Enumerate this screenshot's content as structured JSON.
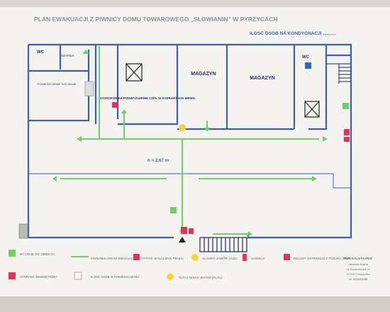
{
  "title": "PLAN EWAKUACJI Z PIWNICY DOMU TOWAROWEGO „SŁOWIANIN” W PYRZYCACH",
  "occupancy_label": "ILOSC OSOB NA KONDYGNACJI ..........",
  "rooms": {
    "wc_left": "WC",
    "storage": "SZATNIA",
    "social": "POMIESZCZENIE SOCJALNE",
    "hydro": "HYDROFORNIA PODWYŻSZENIE CIŚN. W HYDRANTACH WEWN.",
    "magazyn_1": "MAGAZYN",
    "magazyn_2": "MAGAZYN",
    "wc_right": "WC"
  },
  "height_note": "h = 2,67 m",
  "legend": [
    {
      "label": "WYJŚCIE DO OBIEKTU",
      "icon": "exit-icon"
    },
    {
      "label": "KIERUNEK DROGI EWAKUACYJNEJ",
      "icon": "green-arrow-icon"
    },
    {
      "label": "P-POŻ. WYŁĄCZNIK PRĄDU",
      "icon": "power-switch-icon"
    },
    {
      "label": "GŁÓWNY ZAWÓR GAZU",
      "icon": "gas-valve-icon"
    },
    {
      "label": "GAŚNICA",
      "icon": "extinguisher-icon"
    },
    {
      "label": "RĘCZNY OSTRZEGACZ POŻARU (ROP)",
      "icon": "fire-alarm-icon"
    },
    {
      "label": "HYDRANT WEWNĘTRZNY",
      "icon": "hydrant-icon"
    },
    {
      "label": "ILOŚĆ OSÓB W POMIESZCZENIU",
      "icon": "people-count-icon"
    },
    {
      "label": "TUTAJ TERAZ JESTEŚ (PLAN)",
      "icon": "you-are-here-icon"
    }
  ],
  "company": {
    "name": "PUH KALETA-POŻ",
    "owner": "Jarosław Kaleta",
    "street": "ul. Szczecińska 14",
    "city": "72-200 Choszczno",
    "phone": "tel. 603641088"
  },
  "colors": {
    "wall": "#3c5fb0",
    "escape": "#6fce6a",
    "text": "#2c2b6c",
    "safety": "#e0335e"
  }
}
